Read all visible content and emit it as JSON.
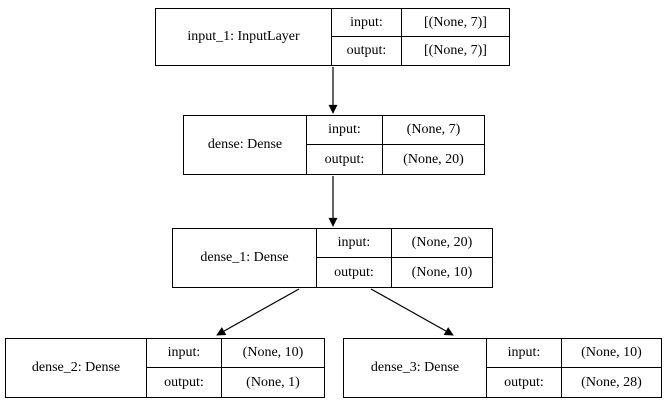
{
  "diagram": {
    "type": "keras-model-graph",
    "colors": {
      "border": "#000000",
      "background": "#ffffff",
      "text": "#000000"
    },
    "nodes": [
      {
        "id": "input_1",
        "name": "input_1: InputLayer",
        "input_label": "input:",
        "output_label": "output:",
        "input_shape": "[(None, 7)]",
        "output_shape": "[(None, 7)]"
      },
      {
        "id": "dense",
        "name": "dense: Dense",
        "input_label": "input:",
        "output_label": "output:",
        "input_shape": "(None, 7)",
        "output_shape": "(None, 20)"
      },
      {
        "id": "dense_1",
        "name": "dense_1: Dense",
        "input_label": "input:",
        "output_label": "output:",
        "input_shape": "(None, 20)",
        "output_shape": "(None, 10)"
      },
      {
        "id": "dense_2",
        "name": "dense_2: Dense",
        "input_label": "input:",
        "output_label": "output:",
        "input_shape": "(None, 10)",
        "output_shape": "(None, 1)"
      },
      {
        "id": "dense_3",
        "name": "dense_3: Dense",
        "input_label": "input:",
        "output_label": "output:",
        "input_shape": "(None, 10)",
        "output_shape": "(None, 28)"
      }
    ],
    "edges": [
      {
        "from": "input_1",
        "to": "dense"
      },
      {
        "from": "dense",
        "to": "dense_1"
      },
      {
        "from": "dense_1",
        "to": "dense_2"
      },
      {
        "from": "dense_1",
        "to": "dense_3"
      }
    ]
  }
}
